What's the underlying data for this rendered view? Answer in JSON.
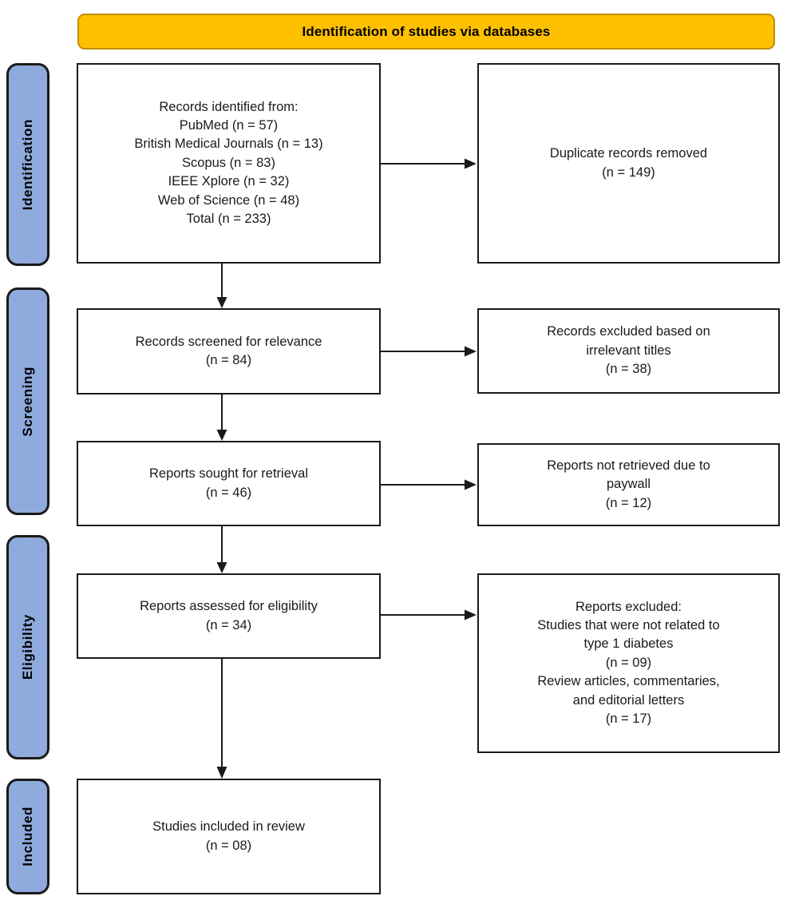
{
  "banner": {
    "title": "Identification of studies via databases",
    "bg_color": "#FFC000",
    "border_color": "#BF9000"
  },
  "stage_label_color": "#8FAADC",
  "stages": [
    {
      "id": "identification",
      "label": "Identification"
    },
    {
      "id": "screening",
      "label": "Screening"
    },
    {
      "id": "eligibility",
      "label": "Eligibility"
    },
    {
      "id": "included",
      "label": "Included"
    }
  ],
  "flow": {
    "left_column": [
      {
        "id": "records-identified",
        "text": "Records identified from:\nPubMed (n = 57)\nBritish Medical Journals (n = 13)\nScopus (n = 83)\nIEEE Xplore (n = 32)\nWeb of Science (n = 48)\nTotal (n = 233)"
      },
      {
        "id": "records-screened",
        "text": "Records screened for relevance\n(n = 84)"
      },
      {
        "id": "reports-sought",
        "text": "Reports sought for retrieval\n(n = 46)"
      },
      {
        "id": "reports-assessed",
        "text": "Reports assessed for eligibility\n(n = 34)"
      },
      {
        "id": "studies-included",
        "text": "Studies included in review\n(n = 08)"
      }
    ],
    "right_column": [
      {
        "id": "duplicates-removed",
        "text": "Duplicate records removed\n(n = 149)"
      },
      {
        "id": "records-excluded",
        "text": "Records excluded based on\nirrelevant titles\n(n = 38)"
      },
      {
        "id": "reports-not-retrieved",
        "text": "Reports not retrieved due to\npaywall\n(n = 12)"
      },
      {
        "id": "reports-excluded",
        "text": "Reports excluded:\nStudies that were not related to\ntype 1 diabetes\n(n = 09)\nReview articles, commentaries,\nand editorial letters\n(n = 17)"
      }
    ]
  }
}
